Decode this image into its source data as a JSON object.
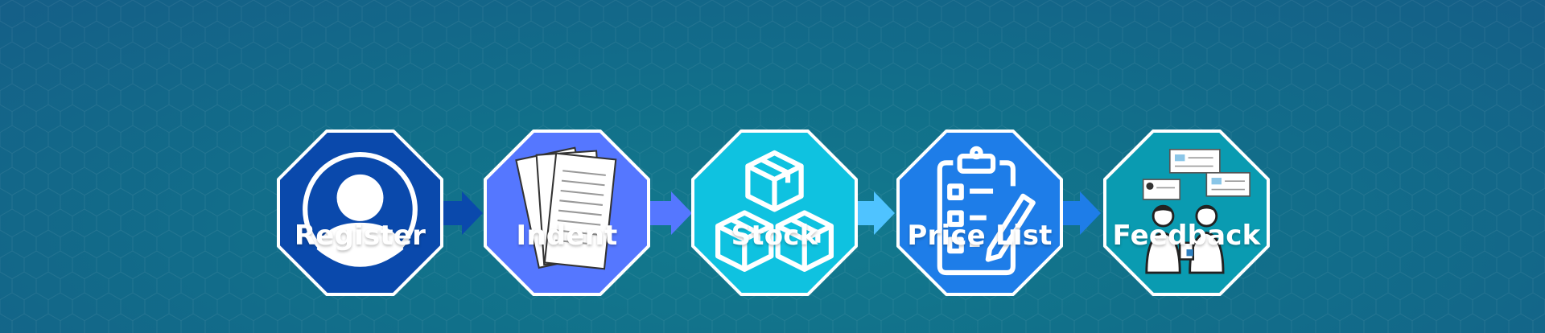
{
  "steps": [
    {
      "label": "Register",
      "color": "#0a49ac",
      "icon": "user-profile-icon"
    },
    {
      "label": "Indent",
      "color": "#5577ff",
      "icon": "documents-icon"
    },
    {
      "label": "Stock",
      "color": "#0fc2e0",
      "icon": "boxes-icon"
    },
    {
      "label": "Price List",
      "color": "#1e7de8",
      "icon": "clipboard-checklist-icon"
    },
    {
      "label": "Feedback",
      "color": "#0a9bb1",
      "icon": "people-feedback-icon"
    }
  ],
  "arrows": [
    {
      "color": "#0a49ac"
    },
    {
      "color": "#5577ff"
    },
    {
      "color": "#4fc3ff"
    },
    {
      "color": "#1e7de8"
    }
  ]
}
